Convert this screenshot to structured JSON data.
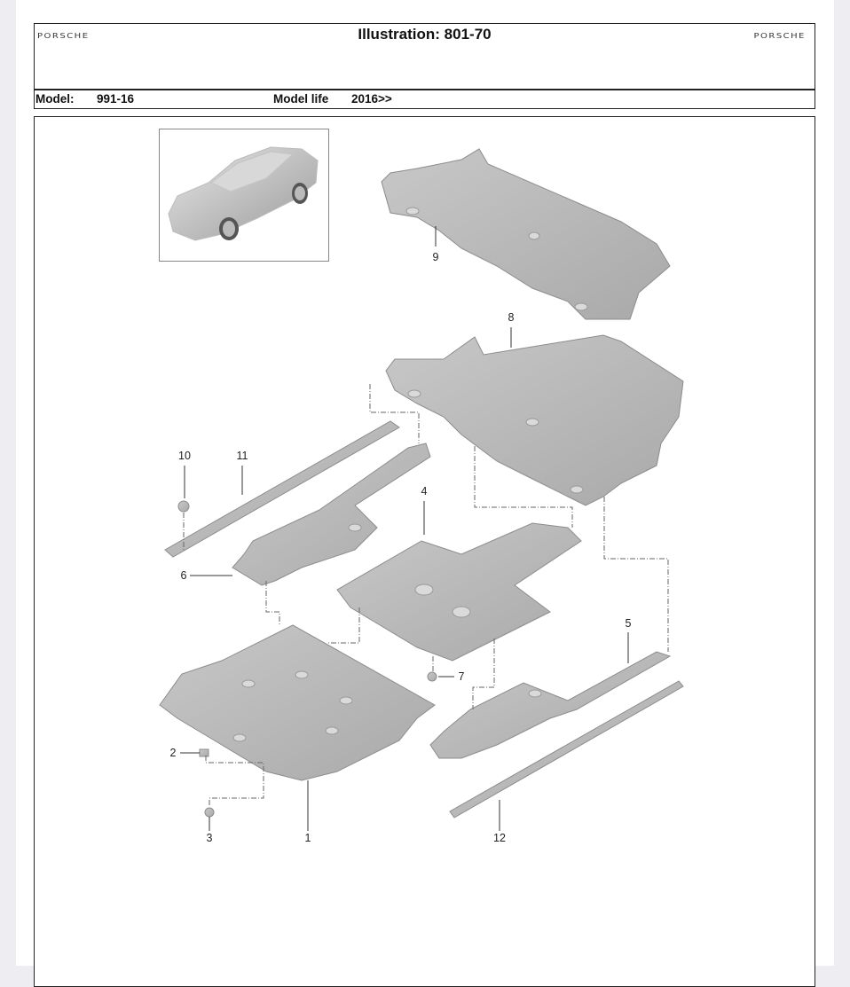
{
  "header": {
    "brand_left": "PORSCHE",
    "brand_right": "PORSCHE",
    "title": "Illustration: 801-70"
  },
  "model_row": {
    "model_label": "Model:",
    "model_value": "991-16",
    "model_life_label": "Model life",
    "model_life_value": "2016>>"
  },
  "thumbnail": {
    "description": "Porsche 911 coupe (silver)"
  },
  "callouts": [
    {
      "number": "1",
      "part": "underbody panel (rear center)"
    },
    {
      "number": "2",
      "part": "clip nut"
    },
    {
      "number": "3",
      "part": "screw"
    },
    {
      "number": "4",
      "part": "underbody panel (center)"
    },
    {
      "number": "5",
      "part": "underbody panel (right side)"
    },
    {
      "number": "6",
      "part": "underbody panel (left side)"
    },
    {
      "number": "7",
      "part": "nut"
    },
    {
      "number": "8",
      "part": "front underbody panel"
    },
    {
      "number": "9",
      "part": "front underbody panel"
    },
    {
      "number": "10",
      "part": "nut"
    },
    {
      "number": "11",
      "part": "side trim strip (left)"
    },
    {
      "number": "12",
      "part": "side trim strip (right)"
    }
  ],
  "colors": {
    "part_fill": "#b9b9b9",
    "part_edge": "#8c8c8c",
    "page_bg": "#eeeef2",
    "line": "#222222"
  }
}
